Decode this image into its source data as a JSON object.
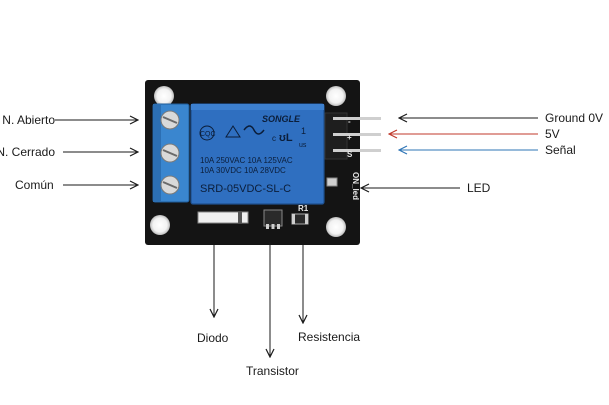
{
  "labels": {
    "n_abierto": "N. Abierto",
    "n_cerrado": "N. Cerrado",
    "comun": "Común",
    "ground": "Ground 0V",
    "vcc": "5V",
    "senal": "Señal",
    "led": "LED",
    "diodo": "Diodo",
    "transistor": "Transistor",
    "resistencia": "Resistencia"
  },
  "relay": {
    "brand": "SONGLE",
    "line1": "10A 250VAC  10A 125VAC",
    "line2": "10A  30VDC  10A  28VDC",
    "model": "SRD-05VDC-SL-C",
    "cert_left": "CQC",
    "cert_c": "c",
    "cert_us": "us",
    "cert_number": "1"
  },
  "silkscreen": {
    "pin_minus": "-",
    "pin_plus": "+",
    "pin_s": "S",
    "led_label": "ON_led",
    "r_label": "R1"
  },
  "colors": {
    "pcb": "#141414",
    "relay_body": "#2f6fc0",
    "terminal": "#3a86cf",
    "arrow_black": "#1a1a1a",
    "arrow_red": "#c0392b",
    "arrow_blue": "#2e75b6"
  }
}
